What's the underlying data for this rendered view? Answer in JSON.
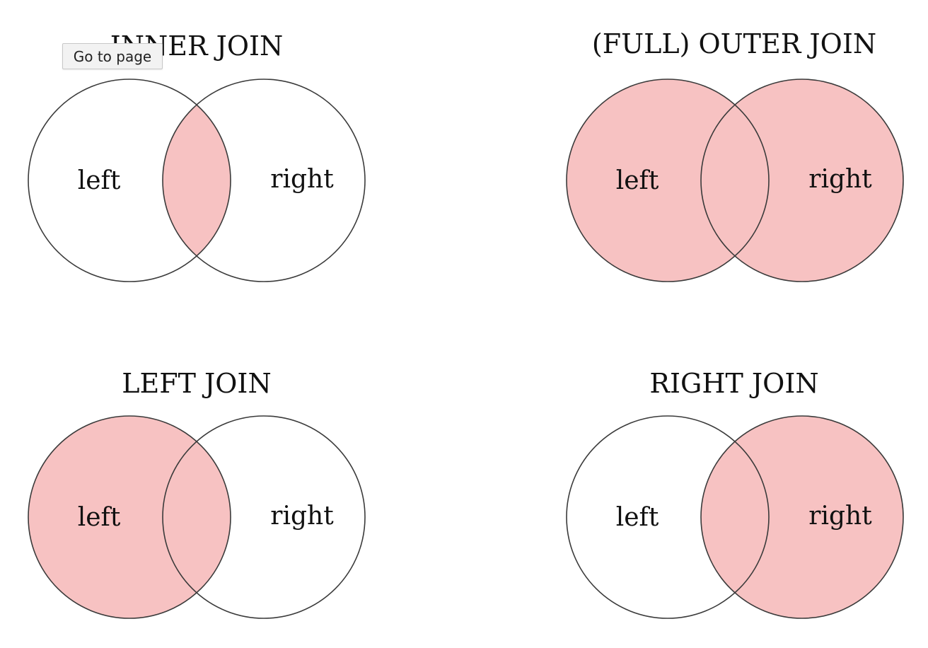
{
  "colors": {
    "highlight": "#f7c2c2",
    "outline": "#3a3a3a",
    "text": "#111111",
    "background": "#ffffff"
  },
  "tooltip": {
    "text": "Go to page"
  },
  "panels": [
    {
      "id": "inner",
      "title": "INNER JOIN",
      "left_label": "left",
      "right_label": "right",
      "highlight": {
        "left_only": false,
        "intersection": true,
        "right_only": false
      }
    },
    {
      "id": "outer",
      "title": "(FULL) OUTER JOIN",
      "left_label": "left",
      "right_label": "right",
      "highlight": {
        "left_only": true,
        "intersection": true,
        "right_only": true
      }
    },
    {
      "id": "left",
      "title": "LEFT JOIN",
      "left_label": "left",
      "right_label": "right",
      "highlight": {
        "left_only": true,
        "intersection": true,
        "right_only": false
      }
    },
    {
      "id": "right",
      "title": "RIGHT JOIN",
      "left_label": "left",
      "right_label": "right",
      "highlight": {
        "left_only": false,
        "intersection": true,
        "right_only": true
      }
    }
  ]
}
